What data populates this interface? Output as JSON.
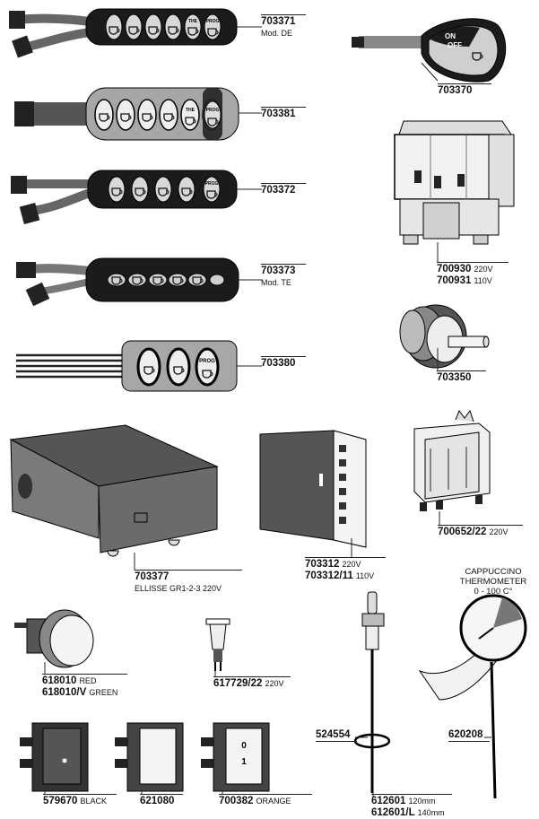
{
  "parts": [
    {
      "id": "p703371",
      "code": "703371",
      "suffix": "",
      "note": "Mod. DE",
      "name": "membrane-keypad-6-buttons-de"
    },
    {
      "id": "p703370",
      "code": "703370",
      "suffix": "",
      "note": "",
      "name": "on-off-membrane-switch"
    },
    {
      "id": "p703381",
      "code": "703381",
      "suffix": "",
      "note": "",
      "name": "membrane-keypad-6-buttons-grey"
    },
    {
      "id": "p703372",
      "code": "703372",
      "suffix": "",
      "note": "",
      "name": "membrane-keypad-5-buttons"
    },
    {
      "id": "p700930",
      "code": "700930",
      "suffix": "220V",
      "note": "",
      "name": "contactor-220v"
    },
    {
      "id": "p700931",
      "code": "700931",
      "suffix": "110V",
      "note": "",
      "name": "contactor-110v"
    },
    {
      "id": "p703373",
      "code": "703373",
      "suffix": "",
      "note": "Mod. TE",
      "name": "membrane-keypad-6-buttons-te"
    },
    {
      "id": "p703380",
      "code": "703380",
      "suffix": "",
      "note": "",
      "name": "membrane-keypad-3-buttons"
    },
    {
      "id": "p703350",
      "code": "703350",
      "suffix": "",
      "note": "",
      "name": "rotary-selector-switch"
    },
    {
      "id": "p703377",
      "code": "703377",
      "suffix": "",
      "note": "ELLISSE GR1-2-3 220V",
      "name": "control-box"
    },
    {
      "id": "p703312",
      "code": "703312",
      "suffix": "220V",
      "note": "",
      "name": "control-unit-220v"
    },
    {
      "id": "p703312_11",
      "code": "703312/11",
      "suffix": "110V",
      "note": "",
      "name": "control-unit-110v"
    },
    {
      "id": "p700652_22",
      "code": "700652/22",
      "suffix": "220V",
      "note": "",
      "name": "relay"
    },
    {
      "id": "p618010",
      "code": "618010",
      "suffix": "RED",
      "note": "",
      "name": "pilot-lamp-red"
    },
    {
      "id": "p618010v",
      "code": "618010/V",
      "suffix": "GREEN",
      "note": "",
      "name": "pilot-lamp-green"
    },
    {
      "id": "p617729_22",
      "code": "617729/22",
      "suffix": "220V",
      "note": "",
      "name": "indicator-lamp"
    },
    {
      "id": "p524554",
      "code": "524554",
      "suffix": "",
      "note": "",
      "name": "o-ring"
    },
    {
      "id": "p620208",
      "code": "620208",
      "suffix": "",
      "note": "",
      "name": "cappuccino-thermometer"
    },
    {
      "id": "p579670",
      "code": "579670",
      "suffix": "BLACK",
      "note": "",
      "name": "rocker-switch-black"
    },
    {
      "id": "p621080",
      "code": "621080",
      "suffix": "",
      "note": "",
      "name": "rocker-switch-white"
    },
    {
      "id": "p700382",
      "code": "700382",
      "suffix": "ORANGE",
      "note": "",
      "name": "rocker-switch-orange"
    },
    {
      "id": "p612601",
      "code": "612601",
      "suffix": "120mm",
      "note": "",
      "name": "steam-wand-probe-120"
    },
    {
      "id": "p612601l",
      "code": "612601/L",
      "suffix": "140mm",
      "note": "",
      "name": "steam-wand-probe-140"
    }
  ],
  "thermometer": {
    "line1": "CAPPUCCINO",
    "line2": "THERMOMETER",
    "line3": "0 - 100 C°"
  },
  "keypad_text": {
    "on": "ON",
    "off": "OFF",
    "the": "THE",
    "prog": "PROG"
  },
  "switch_text": {
    "zero": "0",
    "one": "1"
  }
}
